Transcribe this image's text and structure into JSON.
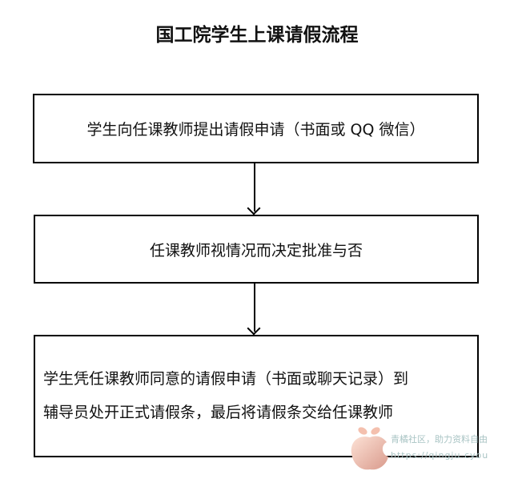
{
  "title": "国工院学生上课请假流程",
  "steps": [
    {
      "text": "学生向任课教师提出请假申请（书面或 QQ 微信）"
    },
    {
      "text": "任课教师视情况而决定批准与否"
    },
    {
      "lines": [
        "学生凭任课教师同意的请假申请（书面或聊天记录）到",
        "辅导员处开正式请假条，最后将请假条交给任课教师"
      ]
    }
  ],
  "watermark": {
    "line1": "青橘社区，助力资料自由",
    "line2": "https://qingju.cyou"
  }
}
